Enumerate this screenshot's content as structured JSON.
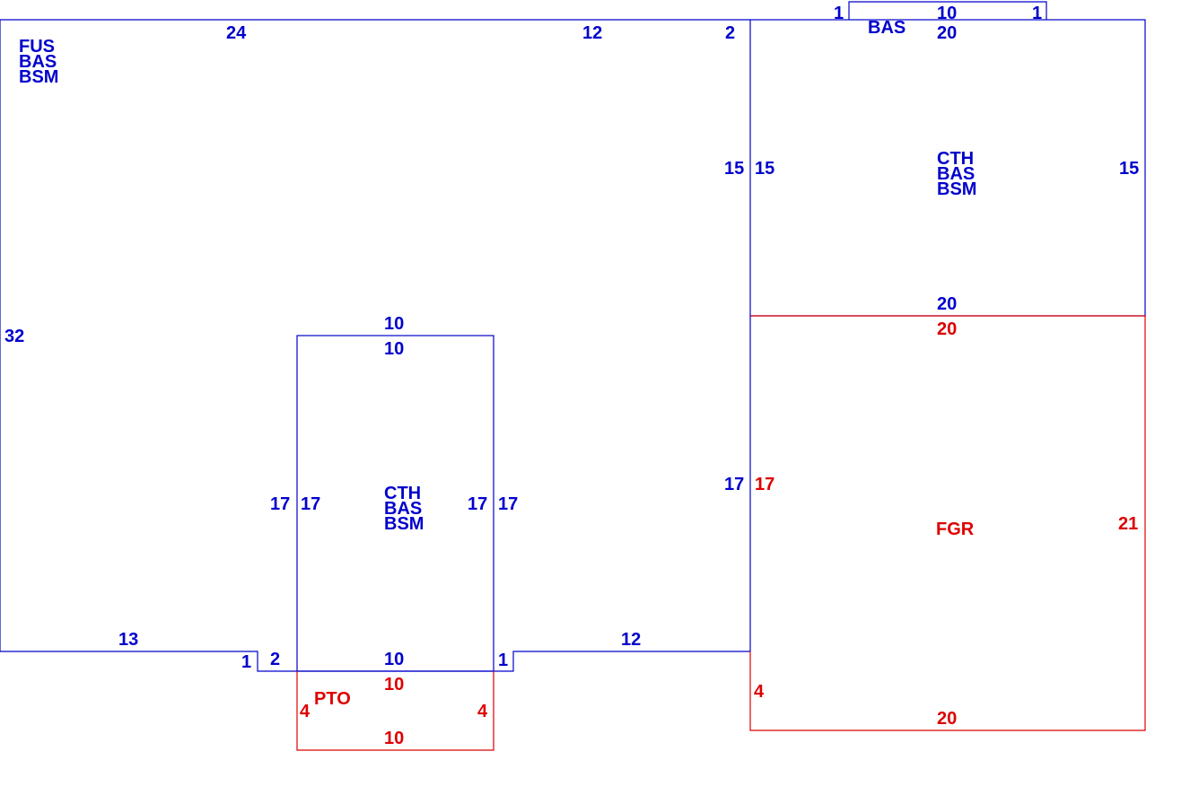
{
  "colors": {
    "living": "#0000cc",
    "accessory": "#dd0000"
  },
  "areas": {
    "main": {
      "codes": [
        "FUS",
        "BAS",
        "BSM"
      ]
    },
    "rear_addition": {
      "codes": [
        "CTH",
        "BAS",
        "BSM"
      ]
    },
    "side_addition": {
      "codes": [
        "CTH",
        "BAS",
        "BSM"
      ]
    },
    "bay": {
      "code": "BAS"
    },
    "garage": {
      "code": "FGR"
    },
    "patio": {
      "code": "PTO"
    }
  },
  "dimensions": {
    "main_top_left": "24",
    "main_top_right": "12",
    "main_top_jog": "2",
    "main_left": "32",
    "main_bottom_left": "13",
    "main_bottom_right": "12",
    "main_right_upper": "15",
    "main_right_lower": "17",
    "step_left_drop": "1",
    "step_left_run": "2",
    "step_right_drop": "1",
    "rear_top_outer": "10",
    "rear_top_inner": "10",
    "rear_left_outer": "17",
    "rear_left_inner": "17",
    "rear_right_inner": "17",
    "rear_right_outer": "17",
    "rear_bottom": "10",
    "bay_left": "1",
    "bay_top": "10",
    "bay_right": "1",
    "side_top": "20",
    "side_left": "15",
    "side_right": "15",
    "side_bottom": "20",
    "garage_top": "20",
    "garage_left": "17",
    "garage_left_lower": "4",
    "garage_right": "21",
    "garage_bottom": "20",
    "patio_top": "10",
    "patio_left": "4",
    "patio_right": "4",
    "patio_bottom": "10"
  }
}
